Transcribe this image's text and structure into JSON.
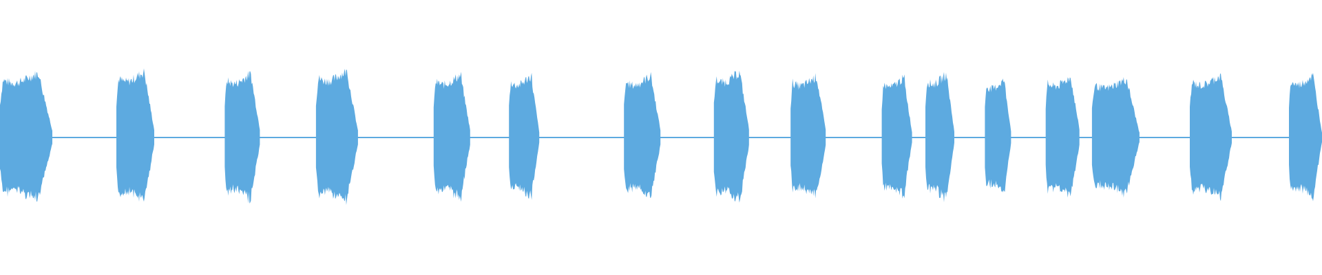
{
  "waveform": {
    "color": "#5DAAE0",
    "background": "#ffffff",
    "bursts": [
      {
        "start": 0.0,
        "end": 0.04,
        "amp": 0.93
      },
      {
        "start": 0.088,
        "end": 0.117,
        "amp": 0.95
      },
      {
        "start": 0.17,
        "end": 0.197,
        "amp": 0.92
      },
      {
        "start": 0.239,
        "end": 0.271,
        "amp": 0.96
      },
      {
        "start": 0.328,
        "end": 0.356,
        "amp": 0.9
      },
      {
        "start": 0.385,
        "end": 0.408,
        "amp": 0.89
      },
      {
        "start": 0.472,
        "end": 0.5,
        "amp": 0.89
      },
      {
        "start": 0.54,
        "end": 0.567,
        "amp": 0.94
      },
      {
        "start": 0.598,
        "end": 0.625,
        "amp": 0.88
      },
      {
        "start": 0.667,
        "end": 0.69,
        "amp": 0.86
      },
      {
        "start": 0.7,
        "end": 0.722,
        "amp": 0.91
      },
      {
        "start": 0.745,
        "end": 0.765,
        "amp": 0.83
      },
      {
        "start": 0.791,
        "end": 0.817,
        "amp": 0.87
      },
      {
        "start": 0.826,
        "end": 0.862,
        "amp": 0.84
      },
      {
        "start": 0.9,
        "end": 0.932,
        "amp": 0.89
      },
      {
        "start": 0.975,
        "end": 1.0,
        "amp": 0.9
      }
    ],
    "baseline_amp": 0.01
  }
}
